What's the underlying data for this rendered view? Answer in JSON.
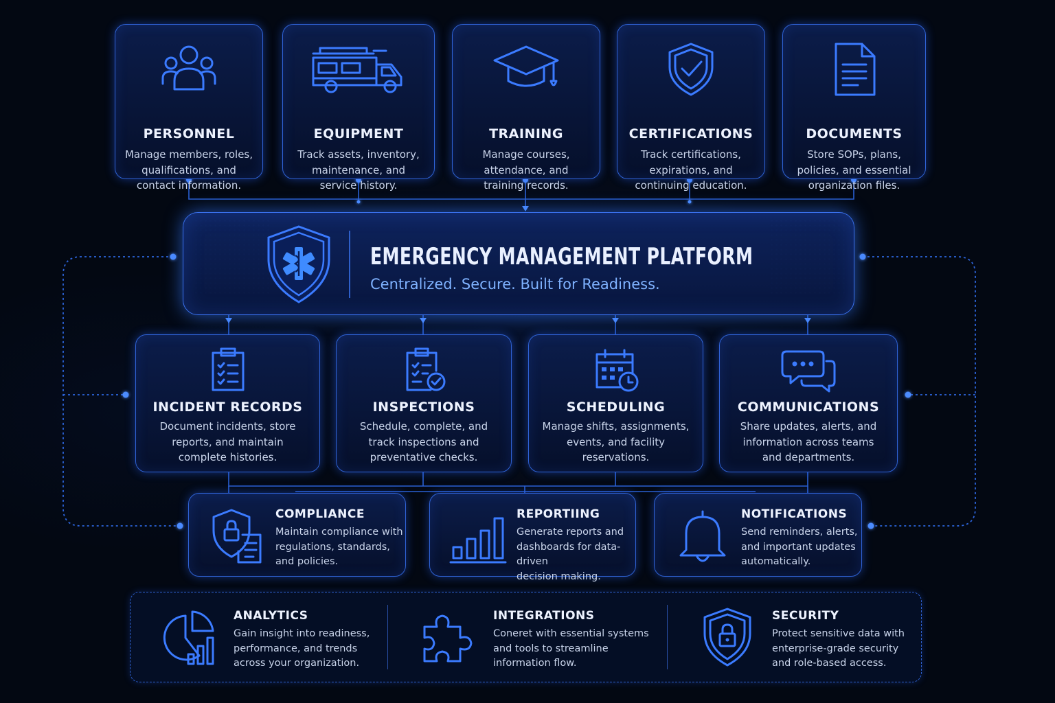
{
  "platform": {
    "title": "EMERGENCY MANAGEMENT PLATFORM",
    "subtitle": "Centralized. Secure. Built for Readiness.",
    "emblem_icon": "shield-star-of-life-icon"
  },
  "top_modules": [
    {
      "title": "PERSONNEL",
      "desc": [
        "Manage members, roles,",
        "qualifications, and",
        "contact information."
      ],
      "icon": "users-icon"
    },
    {
      "title": "EQUIPMENT",
      "desc": [
        "Track assets, inventory,",
        "maintenance, and",
        "service history."
      ],
      "icon": "fire-truck-icon"
    },
    {
      "title": "TRAINING",
      "desc": [
        "Manage courses,",
        "attendance, and",
        "training records."
      ],
      "icon": "graduation-cap-icon"
    },
    {
      "title": "CERTIFICATIONS",
      "desc": [
        "Track certifications,",
        "expirations, and",
        "continuing education."
      ],
      "icon": "shield-check-icon"
    },
    {
      "title": "DOCUMENTS",
      "desc": [
        "Store SOPs, plans,",
        "policies, and essential",
        "organization files."
      ],
      "icon": "document-icon"
    }
  ],
  "mid_modules": [
    {
      "title": "INCIDENT RECORDS",
      "desc": [
        "Document incidents, store",
        "reports, and maintain",
        "complete histories."
      ],
      "icon": "clipboard-list-icon"
    },
    {
      "title": "INSPECTIONS",
      "desc": [
        "Schedule, complete, and",
        "track inspections and",
        "preventative checks."
      ],
      "icon": "clipboard-check-icon"
    },
    {
      "title": "SCHEDULING",
      "desc": [
        "Manage shifts, assignments,",
        "events, and facility",
        "reservations."
      ],
      "icon": "calendar-clock-icon"
    },
    {
      "title": "COMMUNICATIONS",
      "desc": [
        "Share updates, alerts, and",
        "information across teams",
        "and departments."
      ],
      "icon": "chat-bubbles-icon"
    }
  ],
  "low_modules": [
    {
      "title": "COMPLIANCE",
      "desc": [
        "Maintain compliance with",
        "regulations, standards,",
        "and policies."
      ],
      "icon": "shield-lock-document-icon"
    },
    {
      "title": "REPORTIING",
      "desc": [
        "Generate reports and",
        "dashboards for data-driven",
        "decision making."
      ],
      "icon": "bar-chart-icon"
    },
    {
      "title": "NOTIFICATIONS",
      "desc": [
        "Send reminders, alerts,",
        "and important updates",
        "automatically."
      ],
      "icon": "bell-icon"
    }
  ],
  "features": [
    {
      "title": "ANALYTICS",
      "desc": [
        "Gain insight into readiness,",
        "performance, and trends",
        "across your organization."
      ],
      "icon": "pie-bar-chart-icon"
    },
    {
      "title": "INTEGRATIONS",
      "desc": [
        "Coneret with essential systems",
        "and tools to streamline",
        "information flow."
      ],
      "icon": "puzzle-piece-icon"
    },
    {
      "title": "SECURITY",
      "desc": [
        "Protect sensitive data with",
        "enterprise-grade security",
        "and role-based access."
      ],
      "icon": "shield-lock-icon"
    }
  ],
  "colors": {
    "accent": "#3b7bff",
    "card_border": "#2f63d6",
    "subtitle": "#7fb2ff",
    "background": "#030812"
  }
}
